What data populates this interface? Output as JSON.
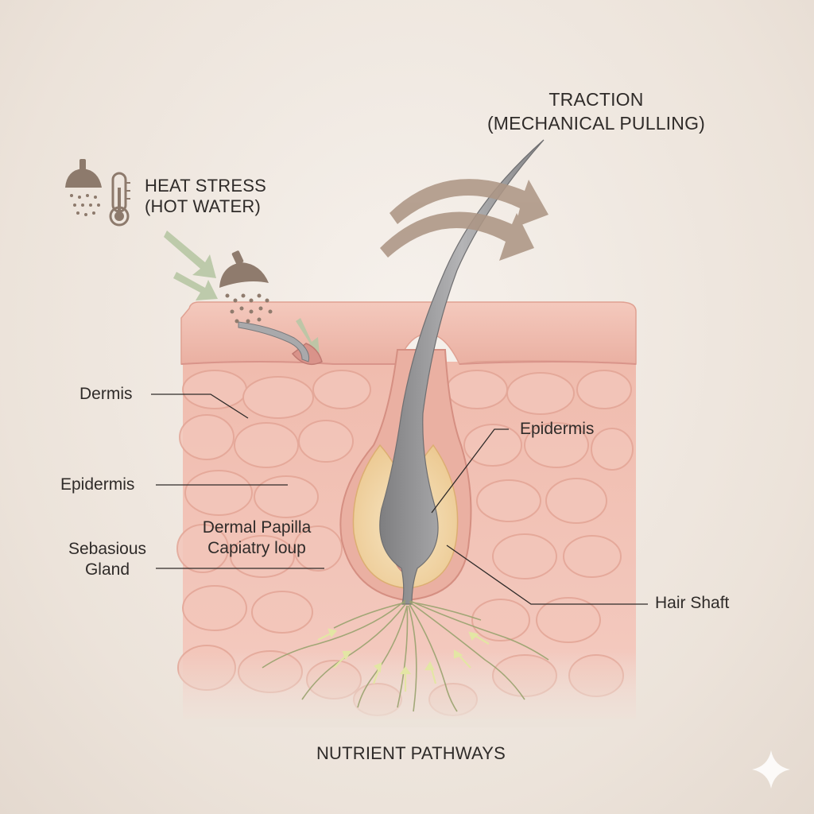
{
  "annotations": {
    "heat_stress": {
      "line1": "HEAT STRESS",
      "line2": "(HOT WATER)"
    },
    "traction": {
      "line1": "TRACTION",
      "line2": "(MECHANICAL PULLING)"
    },
    "dermis": "Dermis",
    "epidermis_left": "Epidermis",
    "sebaceous": {
      "line1": "Sebasious",
      "line2": "Gland"
    },
    "dermal_papilla": {
      "line1": "Dermal Papilla",
      "line2": "Capiatry loup"
    },
    "epidermis_right": "Epidermis",
    "hair_shaft": "Hair Shaft",
    "nutrient": "NUTRIENT PATHWAYS"
  },
  "colors": {
    "skin_top": "#f0bdb0",
    "skin_body": "#f2c4b8",
    "skin_cell_edge": "#e2a597",
    "hair": "#9a9a9c",
    "follicle_sheath": "#f3dcb0",
    "arrow_brown": "#a99282",
    "arrow_green": "#b7c6a4",
    "icon_brown": "#8d7a6c"
  },
  "icons": [
    "shower-head-icon",
    "thermometer-icon",
    "sparkle-icon"
  ]
}
